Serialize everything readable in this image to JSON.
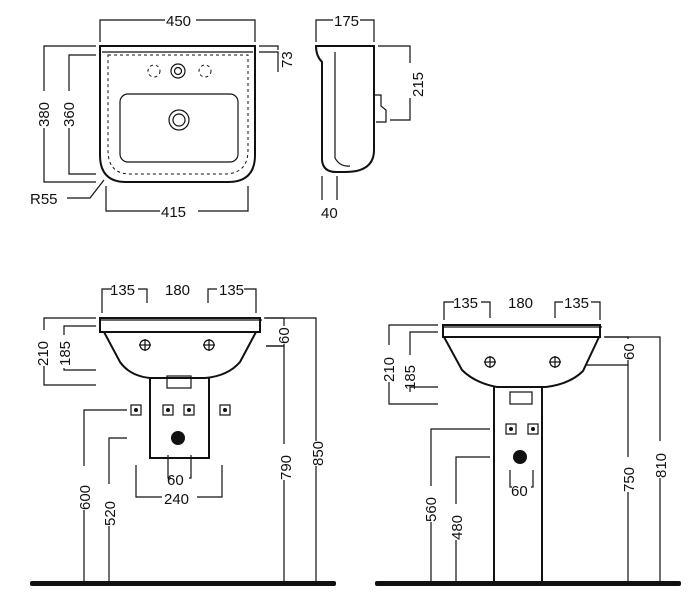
{
  "drawing": {
    "top_view": {
      "width": "450",
      "depth_outer": "380",
      "depth_inner": "360",
      "back_ledge": "73",
      "bottom_width": "415",
      "radius": "R55"
    },
    "side_view": {
      "depth": "175",
      "rear_height": "215",
      "bottom_offset": "40"
    },
    "wall_hung": {
      "tap_left": "135",
      "tap_mid": "180",
      "tap_right": "135",
      "height_outer": "210",
      "height_inner": "185",
      "rim_thickness": "60",
      "height_790": "790",
      "height_850": "850",
      "inlet_600": "600",
      "inlet_520": "520",
      "waste_60": "60",
      "span_240": "240"
    },
    "pedestal": {
      "tap_left": "135",
      "tap_mid": "180",
      "tap_right": "135",
      "height_outer": "210",
      "height_inner": "185",
      "rim_thickness": "60",
      "height_750": "750",
      "height_810": "810",
      "inlet_560": "560",
      "inlet_480": "480",
      "waste_60": "60"
    }
  }
}
